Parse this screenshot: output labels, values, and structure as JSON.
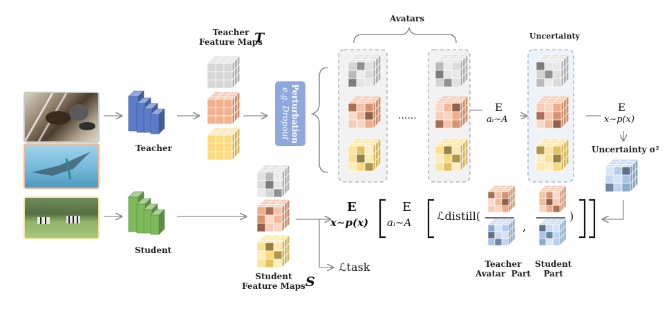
{
  "labels": {
    "teacher_feature_maps": "Teacher\nFeature Maps",
    "teacher_symbol": "T",
    "teacher": "Teacher",
    "student": "Student",
    "student_feature_maps": "Student\nFeature Maps",
    "student_symbol": "S",
    "perturbation": "Perturbation",
    "perturbation_eg": "e.g. Dropout",
    "avatars": "Avatars",
    "uncertainty": "Uncertainty",
    "uncertainty_sigma": "Uncertainty σ²",
    "dots": "......",
    "exp_ai": "E",
    "exp_ai_sub": "aᵢ∼A",
    "exp_x": "E",
    "exp_x_sub": "x∼p(x)",
    "loss_task": "ℒtask",
    "teacher_avatar_part": "Teacher\nAvatar  Part",
    "student_part": "Student\nPart",
    "formula_outer_E": "E",
    "formula_outer_sub": "x∼p(x)",
    "formula_inner_E": "E",
    "formula_inner_sub": "aᵢ∼A",
    "formula_loss": "ℒdistill(",
    "formula_comma": ",",
    "formula_close": ")"
  },
  "colors": {
    "teacher_net": "#5b7cc9",
    "student_net": "#7dba5a",
    "gray_cube": "#cfcfcf",
    "orange_cube": "#f0a27a",
    "yellow_cube": "#fbd56a",
    "blue_cube": "#9dbde6",
    "perturbation_box": "#8fa8dc",
    "arrow": "#8a8a8a"
  }
}
